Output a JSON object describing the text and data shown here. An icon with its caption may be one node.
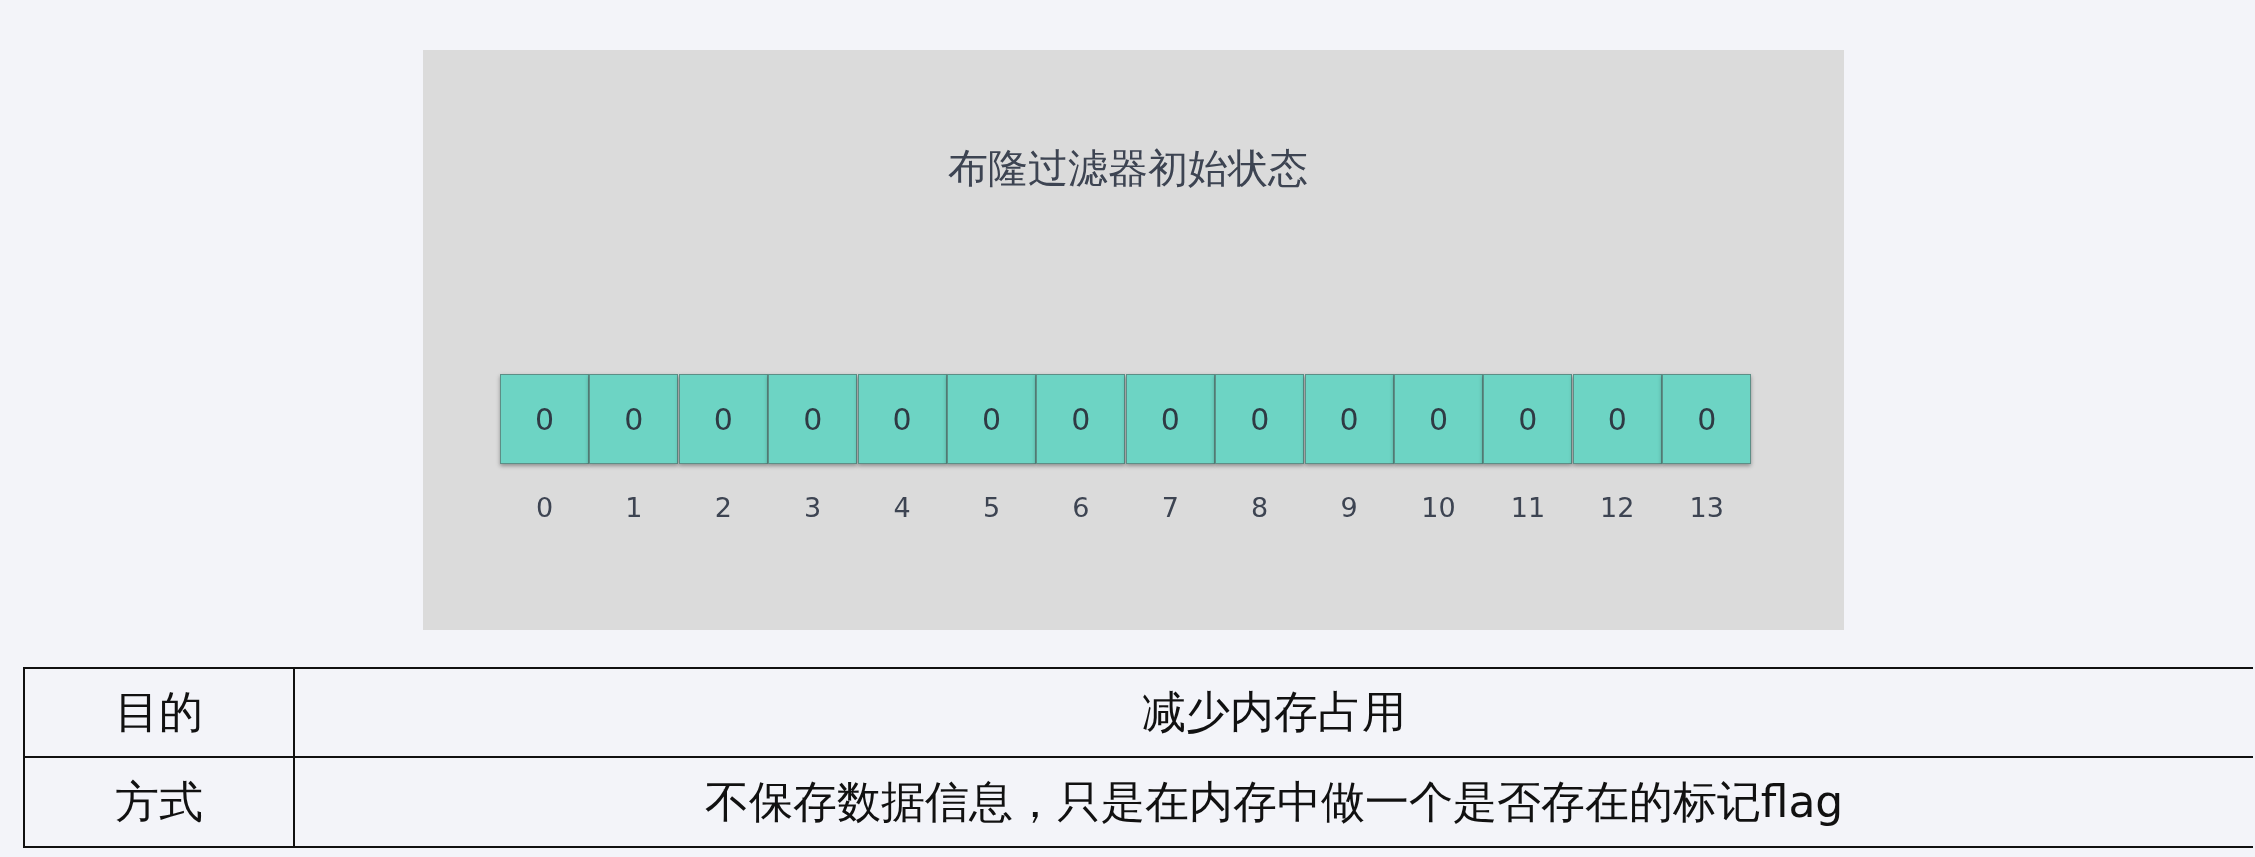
{
  "diagram": {
    "title": "布隆过滤器初始状态",
    "nodes": [
      {
        "text": [
          "0"
        ],
        "beside": [
          "0"
        ]
      },
      {
        "text": [
          "0"
        ],
        "beside": [
          "1"
        ]
      },
      {
        "text": [
          "0"
        ],
        "beside": [
          "2"
        ]
      },
      {
        "text": [
          "0"
        ],
        "beside": [
          "3"
        ]
      },
      {
        "text": [
          "0"
        ],
        "beside": [
          "4"
        ]
      },
      {
        "text": [
          "0"
        ],
        "beside": [
          "5"
        ]
      },
      {
        "text": [
          "0"
        ],
        "beside": [
          "6"
        ]
      },
      {
        "text": [
          "0"
        ],
        "beside": [
          "7"
        ]
      },
      {
        "text": [
          "0"
        ],
        "beside": [
          "8"
        ]
      },
      {
        "text": [
          "0"
        ],
        "beside": [
          "9"
        ]
      },
      {
        "text": [
          "0"
        ],
        "beside": [
          "10"
        ]
      },
      {
        "text": [
          "0"
        ],
        "beside": [
          "11"
        ]
      },
      {
        "text": [
          "0"
        ],
        "beside": [
          "12"
        ]
      },
      {
        "text": [
          "0"
        ],
        "beside": [
          "13"
        ]
      }
    ],
    "edges": [],
    "labels": [
      "目的",
      "减少内存占用",
      "方式",
      "不保存数据信息，只是在内存中做一个是否存在的标记flag"
    ]
  }
}
